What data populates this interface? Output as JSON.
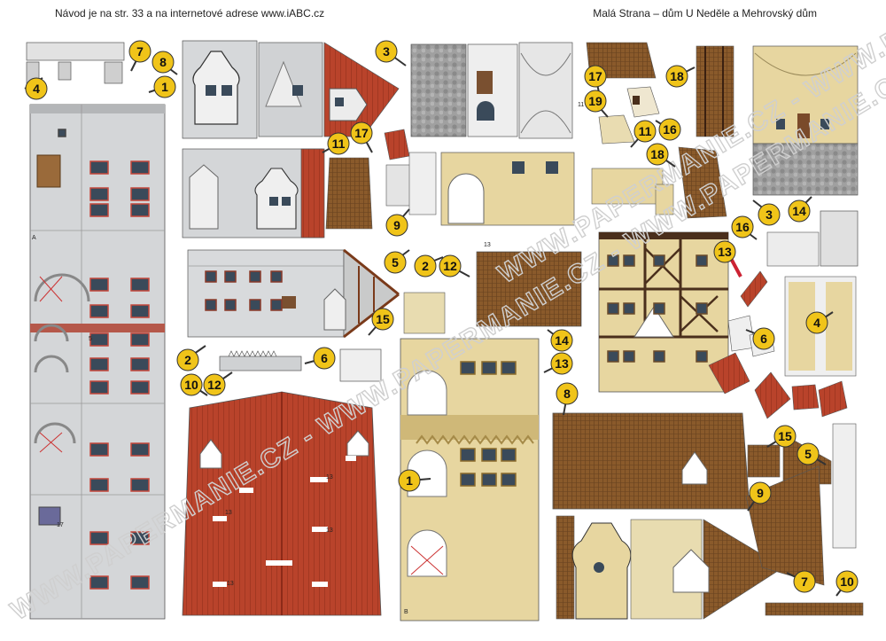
{
  "header": {
    "left": "Návod je na str. 33 a na internetové adrese www.iABC.cz",
    "right": "Malá Strana – dům U Neděle a Mehrovský dům"
  },
  "watermark": {
    "text": "WWW.PAPERMANIE.CZ - WWW.PAPERMANIE.CZ - WWW.PAPERMANIE.CZ",
    "text_right": "WWW.PAPERMANIE.CZ - WWW.PAPERMANIE.CZ"
  },
  "colors": {
    "grey_wall": "#d4d6d8",
    "ochre_wall": "#e7d6a0",
    "red_roof": "#b9432b",
    "brown_roof": "#8a5a2b",
    "cobble": "#9c9c9c",
    "timber": "#4a2f1c",
    "label_circle": "#f0c419"
  },
  "part_labels": {
    "p4a": "4",
    "p7a": "7",
    "p8a": "8",
    "p1a": "1",
    "p3a": "3",
    "p11a": "11",
    "p17a": "17",
    "p9a": "9",
    "p5a": "5",
    "p2a": "2",
    "p12a": "12",
    "p15a": "15",
    "p6a": "6",
    "p2b": "2",
    "p10a": "10",
    "p12b": "12",
    "p14a": "14",
    "p13a": "13",
    "p8b": "8",
    "p1b": "1",
    "p17b": "17",
    "p19a": "19",
    "p11b": "11",
    "p16a": "16",
    "p18a": "18",
    "p18b": "18",
    "p3b": "3",
    "p14b": "14",
    "p16b": "16",
    "p13b": "13",
    "p6b": "6",
    "p4b": "4",
    "p15b": "15",
    "p5b": "5",
    "p9b": "9",
    "p7b": "7",
    "p10b": "10"
  },
  "marks": {
    "m1": "5",
    "m2": "13",
    "m3": "11",
    "m4": "13",
    "m5": "13",
    "m6": "13",
    "m7": "13",
    "m8": "17",
    "m9": "A",
    "m10": "B"
  }
}
